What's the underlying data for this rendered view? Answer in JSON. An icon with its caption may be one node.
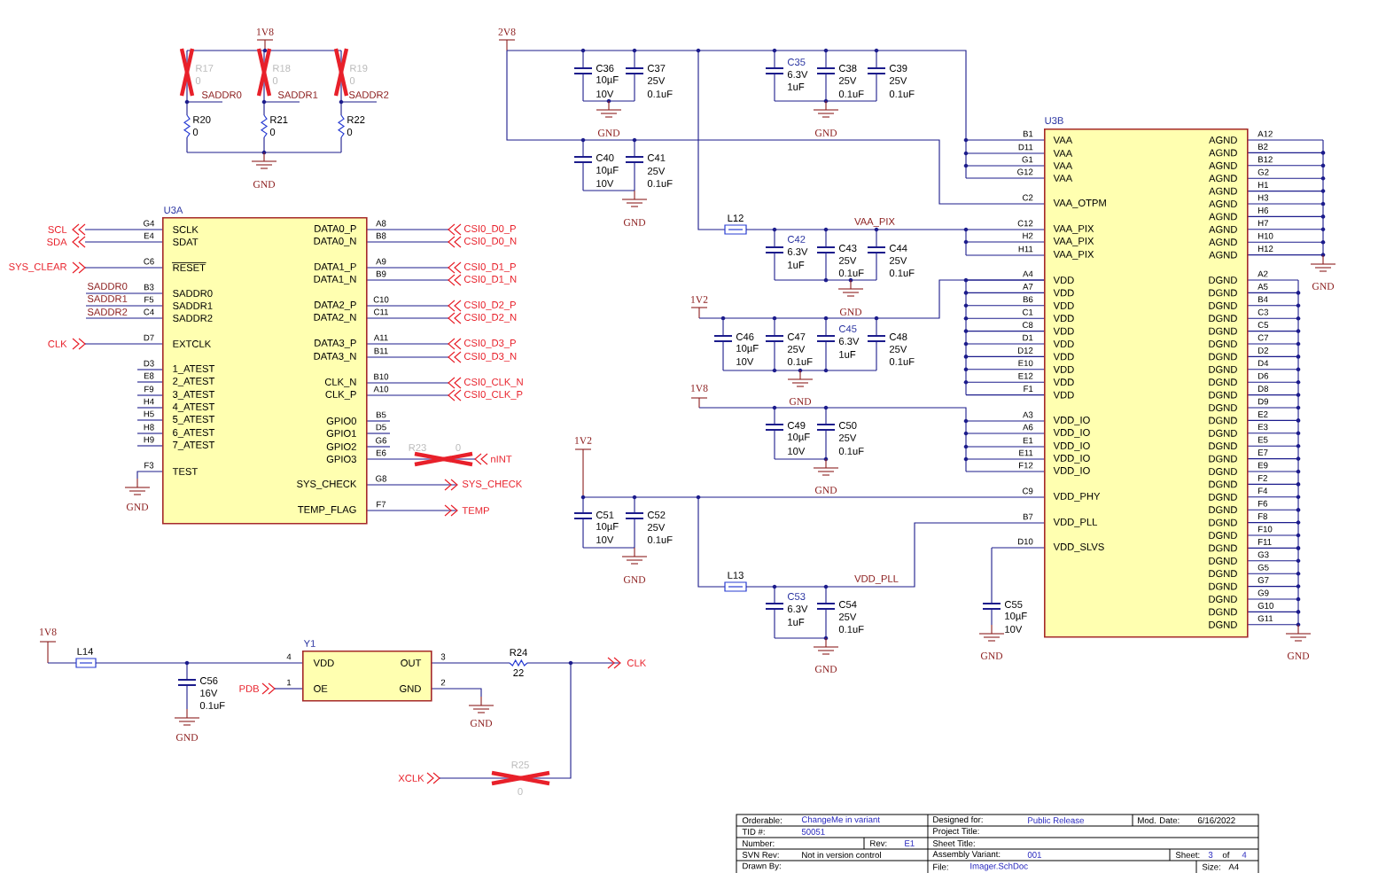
{
  "diagram": {
    "nodes": [
      {
        "text": [
          "U3A",
          "SCLK",
          "SDAT",
          "RESET",
          "SADDR0",
          "SADDR1",
          "SADDR2",
          "EXTCLK",
          "1_ATEST",
          "2_ATEST",
          "3_ATEST",
          "4_ATEST",
          "5_ATEST",
          "6_ATEST",
          "7_ATEST",
          "TEST",
          "DATA0_P",
          "DATA0_N",
          "DATA1_P",
          "DATA1_N",
          "DATA2_P",
          "DATA2_N",
          "DATA3_P",
          "DATA3_N",
          "CLK_N",
          "CLK_P",
          "GPIO0",
          "GPIO1",
          "GPIO2",
          "GPIO3",
          "SYS_CHECK",
          "TEMP_FLAG"
        ],
        "beside": [
          "G4",
          "E4",
          "C6",
          "B3",
          "F5",
          "C4",
          "D7",
          "D3",
          "E8",
          "F9",
          "H4",
          "H5",
          "H8",
          "H9",
          "F3",
          "A8",
          "B8",
          "A9",
          "B9",
          "C10",
          "C11",
          "A11",
          "B11",
          "B10",
          "A10",
          "B5",
          "D5",
          "G6",
          "E6",
          "G8",
          "F7"
        ]
      },
      {
        "text": [
          "U3B",
          "VAA",
          "VAA",
          "VAA",
          "VAA",
          "VAA_OTPM",
          "VAA_PIX",
          "VAA_PIX",
          "VAA_PIX",
          "VDD",
          "VDD",
          "VDD",
          "VDD",
          "VDD",
          "VDD",
          "VDD",
          "VDD",
          "VDD",
          "VDD",
          "VDD_IO",
          "VDD_IO",
          "VDD_IO",
          "VDD_IO",
          "VDD_IO",
          "VDD_PHY",
          "VDD_PLL",
          "VDD_SLVS",
          "AGND",
          "AGND",
          "AGND",
          "AGND",
          "AGND",
          "AGND",
          "AGND",
          "AGND",
          "AGND",
          "AGND",
          "DGND",
          "DGND",
          "DGND",
          "DGND",
          "DGND",
          "DGND",
          "DGND",
          "DGND",
          "DGND",
          "DGND",
          "DGND",
          "DGND",
          "DGND",
          "DGND",
          "DGND",
          "DGND",
          "DGND",
          "DGND",
          "DGND",
          "DGND",
          "DGND",
          "DGND",
          "DGND",
          "DGND",
          "DGND",
          "DGND",
          "DGND",
          "DGND"
        ],
        "beside": [
          "B1",
          "D11",
          "G1",
          "G12",
          "C2",
          "C12",
          "H2",
          "H11",
          "A4",
          "A7",
          "B6",
          "C1",
          "C8",
          "D1",
          "D12",
          "E10",
          "E12",
          "F1",
          "A3",
          "A6",
          "E1",
          "E11",
          "F12",
          "C9",
          "B7",
          "D10",
          "A12",
          "B2",
          "B12",
          "G2",
          "H1",
          "H3",
          "H6",
          "H7",
          "H10",
          "H12",
          "A2",
          "A5",
          "B4",
          "C3",
          "C5",
          "C7",
          "D2",
          "D4",
          "D6",
          "D8",
          "D9",
          "E2",
          "E3",
          "E5",
          "E7",
          "E9",
          "F2",
          "F4",
          "F6",
          "F8",
          "F10",
          "F11",
          "G3",
          "G5",
          "G7",
          "G9",
          "G10",
          "G11"
        ]
      },
      {
        "text": [
          "Y1",
          "VDD",
          "OE",
          "OUT",
          "GND"
        ],
        "beside": [
          "4",
          "1",
          "3",
          "2"
        ]
      }
    ],
    "labels": [
      "1V8",
      "R17",
      "0",
      "R18",
      "0",
      "R19",
      "0",
      "SADDR0",
      "SADDR1",
      "SADDR2",
      "R20",
      "0",
      "R21",
      "0",
      "R22",
      "0",
      "GND",
      "SCL",
      "SDA",
      "SYS_CLEAR",
      "SADDR0",
      "SADDR1",
      "SADDR2",
      "CLK",
      "GND",
      "CSI0_D0_P",
      "CSI0_D0_N",
      "CSI0_D1_P",
      "CSI0_D1_N",
      "CSI0_D2_P",
      "CSI0_D2_N",
      "CSI0_D3_P",
      "CSI0_D3_N",
      "CSI0_CLK_N",
      "CSI0_CLK_P",
      "R23",
      "0",
      "nINT",
      "SYS_CHECK",
      "TEMP",
      "2V8",
      "C36",
      "10µF",
      "10V",
      "C37",
      "25V",
      "0.1uF",
      "GND",
      "C35",
      "6.3V",
      "1uF",
      "C38",
      "25V",
      "0.1uF",
      "C39",
      "25V",
      "0.1uF",
      "GND",
      "C40",
      "10µF",
      "10V",
      "C41",
      "25V",
      "0.1uF",
      "GND",
      "L12",
      "VAA_PIX",
      "C42",
      "6.3V",
      "1uF",
      "C43",
      "25V",
      "0.1uF",
      "C44",
      "25V",
      "0.1uF",
      "GND",
      "1V2",
      "C46",
      "10µF",
      "10V",
      "C47",
      "25V",
      "0.1uF",
      "C45",
      "6.3V",
      "1uF",
      "C48",
      "25V",
      "0.1uF",
      "GND",
      "1V8",
      "C49",
      "10µF",
      "10V",
      "C50",
      "25V",
      "0.1uF",
      "GND",
      "1V2",
      "C51",
      "10µF",
      "10V",
      "C52",
      "25V",
      "0.1uF",
      "GND",
      "L13",
      "VDD_PLL",
      "C53",
      "6.3V",
      "1uF",
      "C54",
      "25V",
      "0.1uF",
      "GND",
      "C55",
      "10µF",
      "10V",
      "GND",
      "GND",
      "GND",
      "1V8",
      "L14",
      "C56",
      "16V",
      "0.1uF",
      "GND",
      "PDB",
      "GND",
      "R24",
      "22",
      "CLK",
      "XCLK",
      "R25",
      "0",
      "Orderable:",
      "ChangeMe in variant",
      "Designed for:",
      "Public Release",
      "Mod. Date:",
      "6/16/2022",
      "TID #:",
      "50051",
      "Project Title:",
      "Number:",
      "Rev:",
      "E1",
      "Sheet Title:",
      "SVN Rev:",
      "Not in version control",
      "Assembly Variant:",
      "001",
      "Sheet:",
      "3",
      "of",
      "4",
      "Drawn By:",
      "File:",
      "Imager.SchDoc",
      "Size:",
      "A4"
    ]
  }
}
